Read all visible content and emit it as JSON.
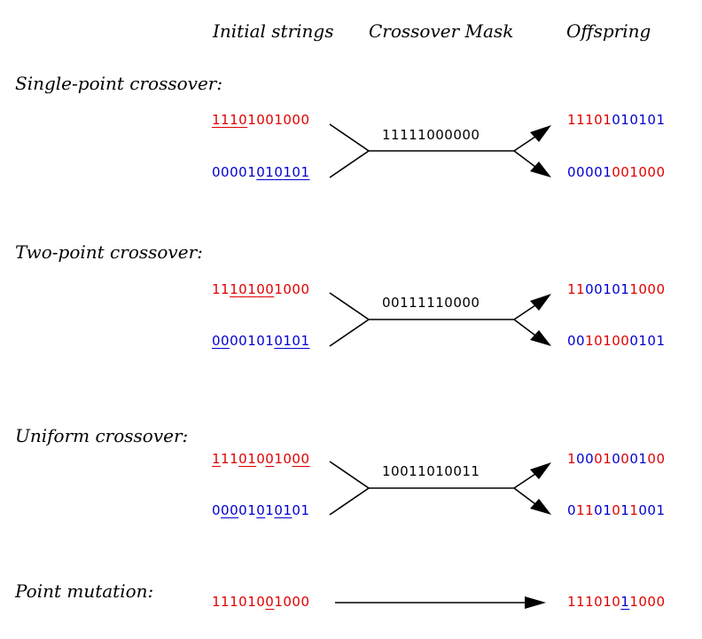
{
  "colors": {
    "parent_a": "#e00000",
    "parent_b": "#0000d0",
    "text": "#000000"
  },
  "headers": {
    "initial": "Initial strings",
    "mask": "Crossover Mask",
    "offspring": "Offspring"
  },
  "sections": [
    {
      "label": "Single-point crossover:",
      "mask": "11111000000",
      "parent1": {
        "bits": "11101001000",
        "color": "a",
        "underline": [
          0,
          1,
          2,
          3
        ]
      },
      "parent2": {
        "bits": "00001010101",
        "color": "b",
        "underline": [
          5,
          6,
          7,
          8,
          9,
          10
        ]
      },
      "child1": {
        "bits": "11101010101",
        "colors": "aaaaabbbbbb",
        "underline": []
      },
      "child2": {
        "bits": "00001001000",
        "colors": "bbbbbaaaaaa",
        "underline": []
      }
    },
    {
      "label": "Two-point crossover:",
      "mask": "00111110000",
      "parent1": {
        "bits": "11101001000",
        "color": "a",
        "underline": [
          2,
          3,
          4,
          5,
          6
        ]
      },
      "parent2": {
        "bits": "00001010101",
        "color": "b",
        "underline": [
          0,
          1,
          7,
          8,
          9,
          10
        ]
      },
      "child1": {
        "bits": "11001011000",
        "colors": "aabbbbbaaaa",
        "underline": []
      },
      "child2": {
        "bits": "00101000101",
        "colors": "bbaaaaabbbb",
        "underline": []
      }
    },
    {
      "label": "Uniform crossover:",
      "mask": "10011010011",
      "parent1": {
        "bits": "11101001000",
        "color": "a",
        "underline": [
          0,
          3,
          4,
          6,
          9,
          10
        ]
      },
      "parent2": {
        "bits": "00001010101",
        "color": "b",
        "underline": [
          1,
          2,
          5,
          7,
          8
        ]
      },
      "child1": {
        "bits": "10001000100",
        "colors": "abbaababbaa",
        "underline": []
      },
      "child2": {
        "bits": "01101011001",
        "colors": "baabbababbb",
        "underline": []
      }
    }
  ],
  "mutation": {
    "label": "Point mutation:",
    "before": {
      "bits": "11101001000",
      "color": "a",
      "underline": [
        6
      ]
    },
    "after": {
      "bits": "11101011000",
      "colors": "aaaaaabaaaa",
      "underline": [
        6
      ]
    }
  }
}
